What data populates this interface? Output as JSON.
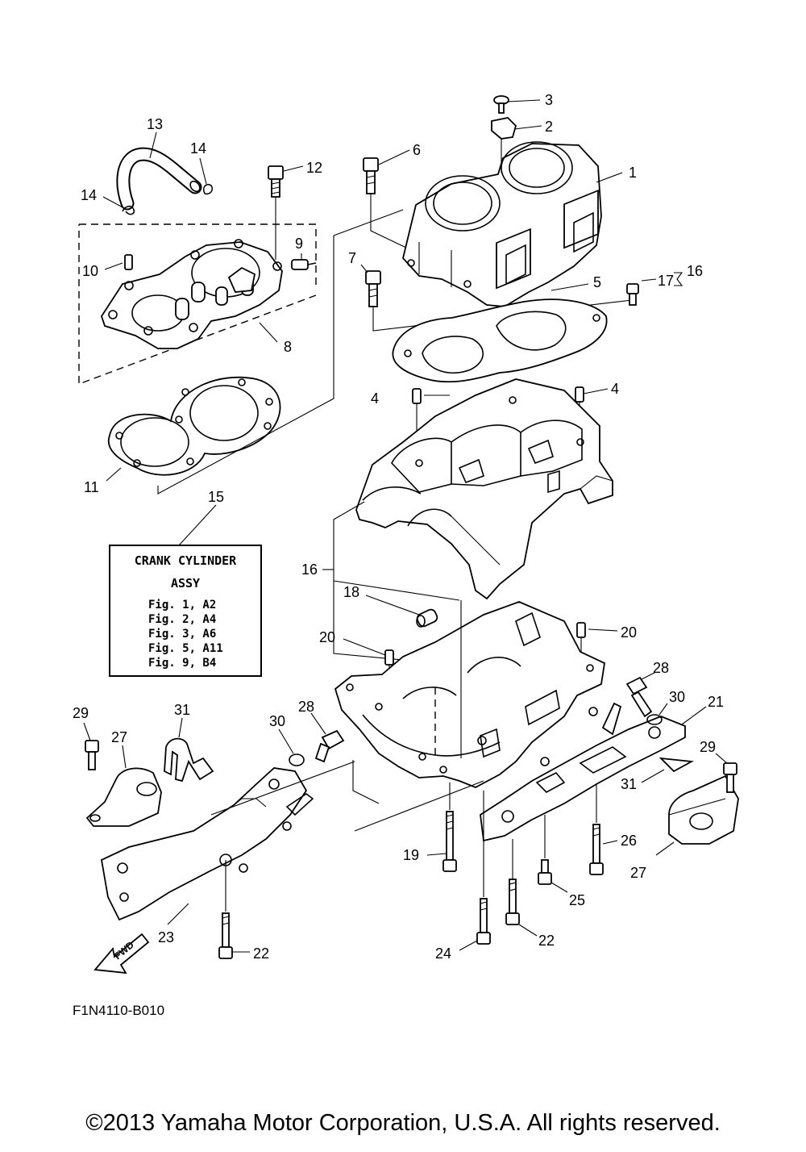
{
  "diagram": {
    "figure_code": "F1N4110-B010",
    "fwd_label": "FWD",
    "reference_box": {
      "title_line1": "CRANK CYLINDER",
      "title_line2": "ASSY",
      "figs": [
        "Fig. 1, A2",
        "Fig. 2, A4",
        "Fig. 3, A6",
        "Fig. 5, A11",
        "Fig. 9, B4"
      ]
    },
    "callouts": {
      "c1": "1",
      "c2": "2",
      "c3": "3",
      "c4a": "4",
      "c4b": "4",
      "c5": "5",
      "c6": "6",
      "c7": "7",
      "c8": "8",
      "c9": "9",
      "c10": "10",
      "c11": "11",
      "c12": "12",
      "c13": "13",
      "c14a": "14",
      "c14b": "14",
      "c15": "15",
      "c16a": "16",
      "c16b": "16",
      "c17": "17",
      "c18": "18",
      "c19": "19",
      "c20a": "20",
      "c20b": "20",
      "c21": "21",
      "c22a": "22",
      "c22b": "22",
      "c23": "23",
      "c24": "24",
      "c25": "25",
      "c26": "26",
      "c27a": "27",
      "c27b": "27",
      "c28a": "28",
      "c28b": "28",
      "c29a": "29",
      "c29b": "29",
      "c30a": "30",
      "c30b": "30",
      "c31a": "31",
      "c31b": "31"
    }
  },
  "footer": {
    "copyright": "©2013 Yamaha Motor Corporation, U.S.A. All rights reserved."
  }
}
